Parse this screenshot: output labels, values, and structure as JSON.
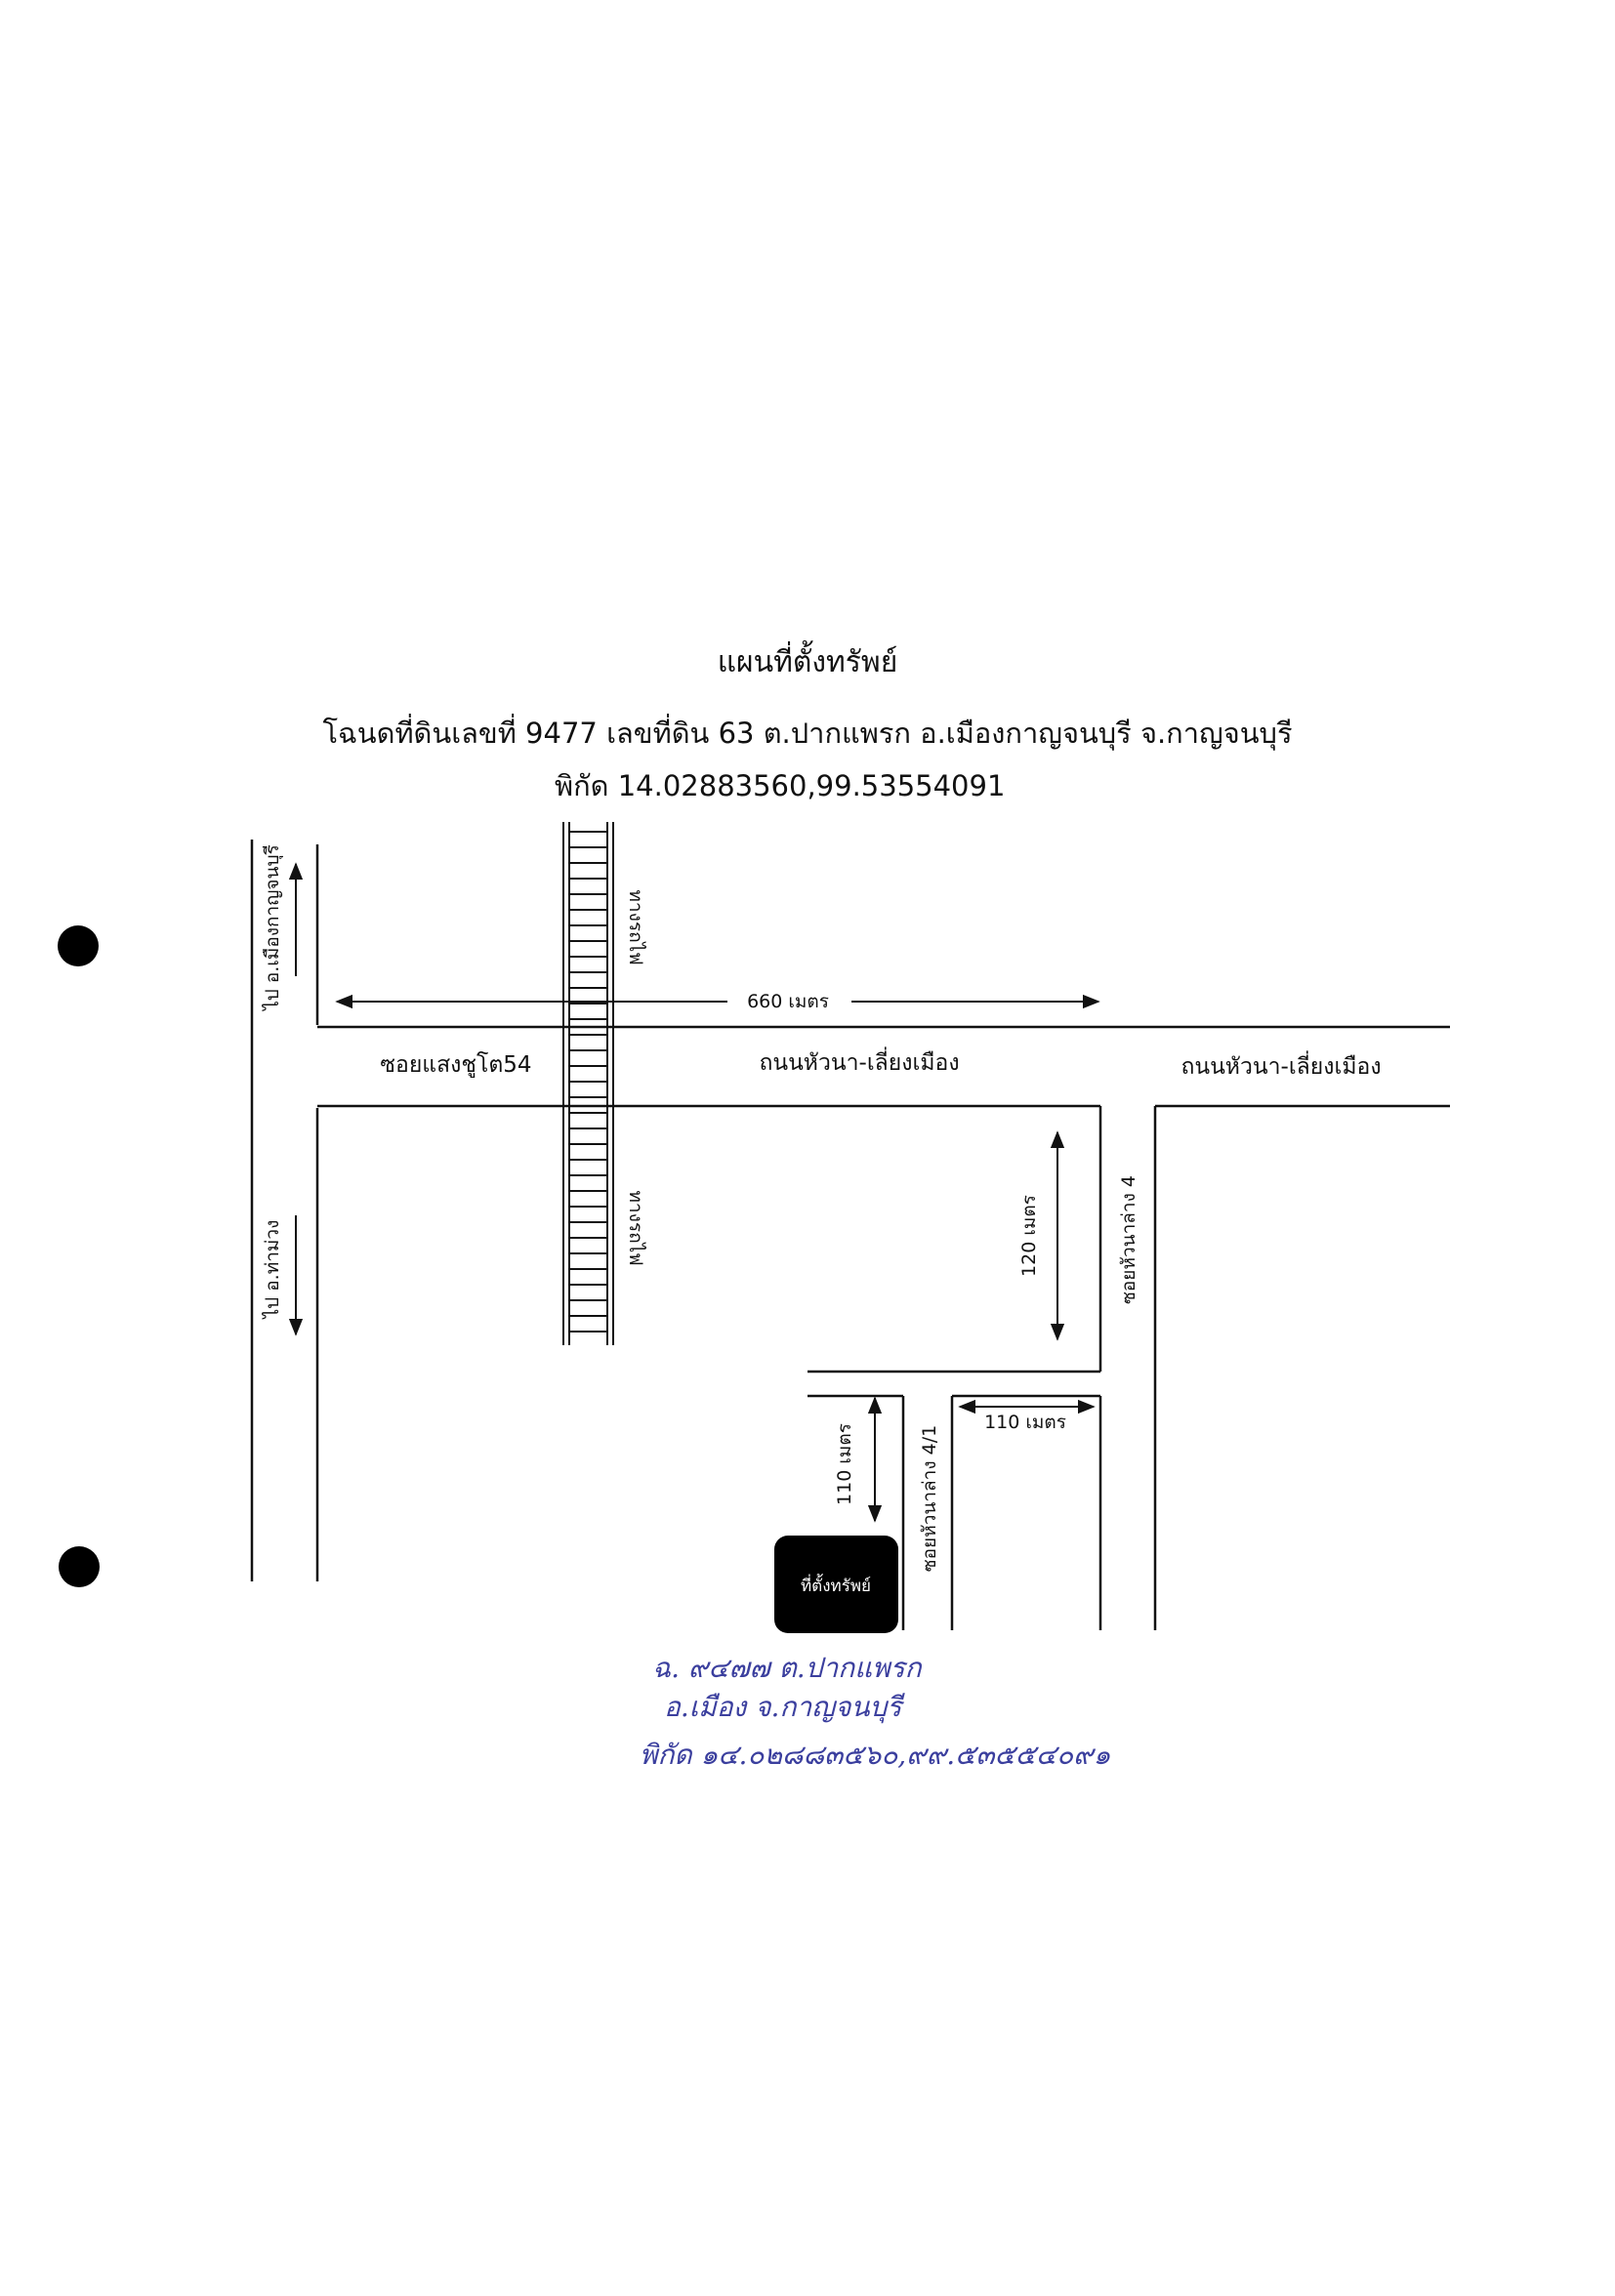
{
  "map": {
    "title": "แผนที่ตั้งทรัพย์",
    "subtitle": "โฉนดที่ดินเลขที่ 9477 เลขที่ดิน 63 ต.ปากแพรก อ.เมืองกาญจนบุรี จ.กาญจนบุรี",
    "coordinates": "พิกัด 14.02883560,99.53554091"
  },
  "labels": {
    "to_mueang_kanchanaburi": "ไป อ.เมืองกาญจนบุรี",
    "to_tha_muang": "ไป อ.ท่าม่วง",
    "railway_north": "ทางรถไฟ",
    "railway_south": "ทางรถไฟ",
    "distance_660": "660 เมตร",
    "soi_saengchuto_54": "ซอยแสงชูโต54",
    "road_huana_liangmueang_1": "ถนนหัวนา-เลี่ยงเมือง",
    "road_huana_liangmueang_2": "ถนนหัวนา-เลี่ยงเมือง",
    "distance_120": "120 เมตร",
    "soi_huanalang_4": "ซอยหัวนาล่าง 4",
    "distance_110_horizontal": "110 เมตร",
    "distance_110_vertical": "110 เมตร",
    "soi_huanalang_4_1": "ซอยหัวนาล่าง 4/1",
    "property_marker": "ที่ตั้งทรัพย์"
  },
  "handwritten": {
    "line1": "ฉ. ๙๔๗๗ ต.ปากแพรก",
    "line2": "อ.เมือง จ.กาญจนบุรี",
    "line3": "พิกัด ๑๔.๐๒๘๘๓๕๖๐,๙๙.๕๓๕๕๔๐๙๑"
  },
  "colors": {
    "ink": "#111111",
    "handwriting": "#3b3f9e",
    "marker_fill": "#000000"
  }
}
